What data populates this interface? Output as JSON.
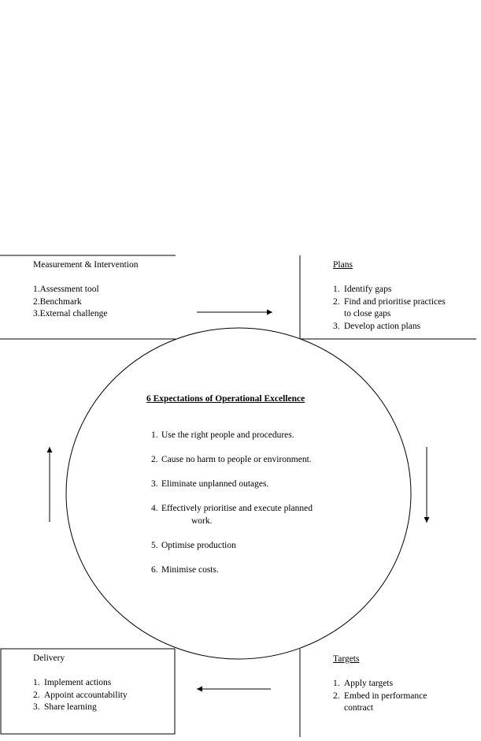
{
  "center": {
    "title": "6 Expectations of Operational Excellence",
    "items": [
      {
        "num": "1.",
        "text": "Use the right people and procedures."
      },
      {
        "num": "2.",
        "text": "Cause no harm to people or environment."
      },
      {
        "num": "3.",
        "text": "Eliminate unplanned outages."
      },
      {
        "num": "4.",
        "text": "Effectively prioritise and execute planned",
        "cont": "work."
      },
      {
        "num": "5.",
        "text": "Optimise production"
      },
      {
        "num": "6.",
        "text": "Minimise costs."
      }
    ]
  },
  "measurement": {
    "title": "Measurement & Intervention",
    "items": [
      {
        "num": "1.",
        "text": "Assessment tool"
      },
      {
        "num": "2.",
        "text": "Benchmark"
      },
      {
        "num": "3.",
        "text": "External challenge"
      }
    ]
  },
  "plans": {
    "title": "Plans",
    "items": [
      {
        "num": "1.",
        "text": "Identify gaps"
      },
      {
        "num": "2.",
        "text": "Find and prioritise practices",
        "cont": "to close gaps"
      },
      {
        "num": "3.",
        "text": "Develop action plans"
      }
    ]
  },
  "delivery": {
    "title": "Delivery",
    "items": [
      {
        "num": "1.",
        "text": "Implement actions"
      },
      {
        "num": "2.",
        "text": "Appoint accountability"
      },
      {
        "num": "3.",
        "text": "Share learning"
      }
    ]
  },
  "targets": {
    "title": "Targets",
    "items": [
      {
        "num": "1.",
        "text": "Apply targets"
      },
      {
        "num": "2.",
        "text": "Embed in performance",
        "cont": "contract"
      }
    ]
  }
}
